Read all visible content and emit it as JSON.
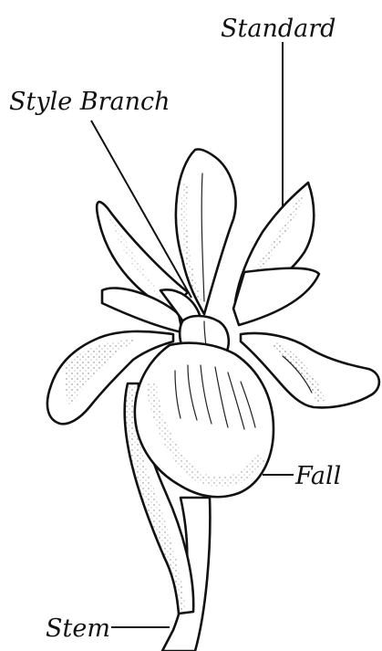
{
  "labels": {
    "standard": "Standard",
    "style_branch": "Style Branch",
    "fall": "Fall",
    "stem": "Stem"
  },
  "colors": {
    "ink": "#111111",
    "paper": "#ffffff"
  }
}
